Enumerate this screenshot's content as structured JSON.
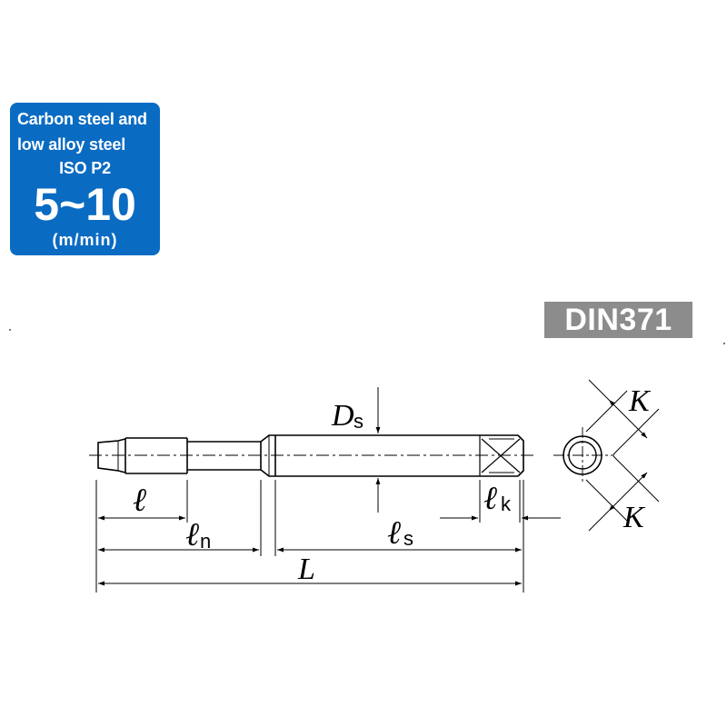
{
  "badge": {
    "line1": "Carbon steel and",
    "line2": "low alloy steel",
    "line3": "ISO P2",
    "speed": "5~10",
    "unit": "(m/min)"
  },
  "standard": "DIN371",
  "dimensions": {
    "thread_length": "ℓ",
    "neck_length_main": "ℓ",
    "neck_length_sub": "n",
    "shank_length_main": "ℓ",
    "shank_length_sub": "s",
    "square_length_main": "ℓ",
    "square_length_sub": "k",
    "overall_length": "L",
    "shank_diameter_main": "D",
    "shank_diameter_sub": "s",
    "square_size_top": "K",
    "square_size_bottom": "K"
  },
  "colors": {
    "badge": "#0a6bc2",
    "standard_label": "#8c8c8c",
    "line": "#000000"
  }
}
